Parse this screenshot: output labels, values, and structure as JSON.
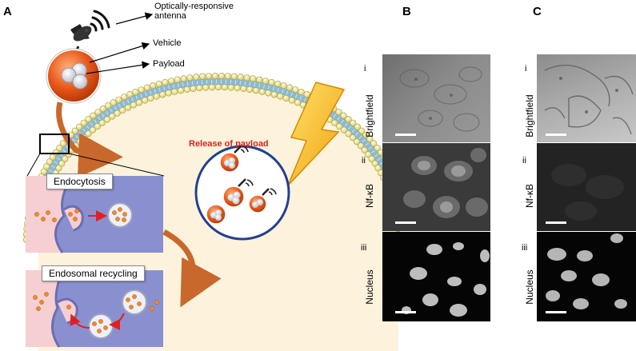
{
  "panels": {
    "a": "A",
    "b": "B",
    "c": "C"
  },
  "labels": {
    "antenna": "Optically-responsive\nantenna",
    "vehicle": "Vehicle",
    "payload": "Payload",
    "release": "Release of payload",
    "endocytosis": "Endocytosis",
    "recycling": "Endosomal recycling"
  },
  "rows": {
    "i": "i",
    "ii": "ii",
    "iii": "iii",
    "brightfield": "Brightfield",
    "nfkb": "Nf-κB",
    "nucleus": "Nucleus"
  },
  "colors": {
    "vehicle": "#e8561a",
    "membrane_head": "#f4eea0",
    "cytoplasm": "#fdf3dc",
    "lightning": "#f6c21c",
    "endosome_blue": "#8a8fd0",
    "extracellular_pink": "#f6cfd3",
    "vesicle_border": "#23408e",
    "arrow_orange": "#c8682c",
    "release_red": "#e02020"
  }
}
